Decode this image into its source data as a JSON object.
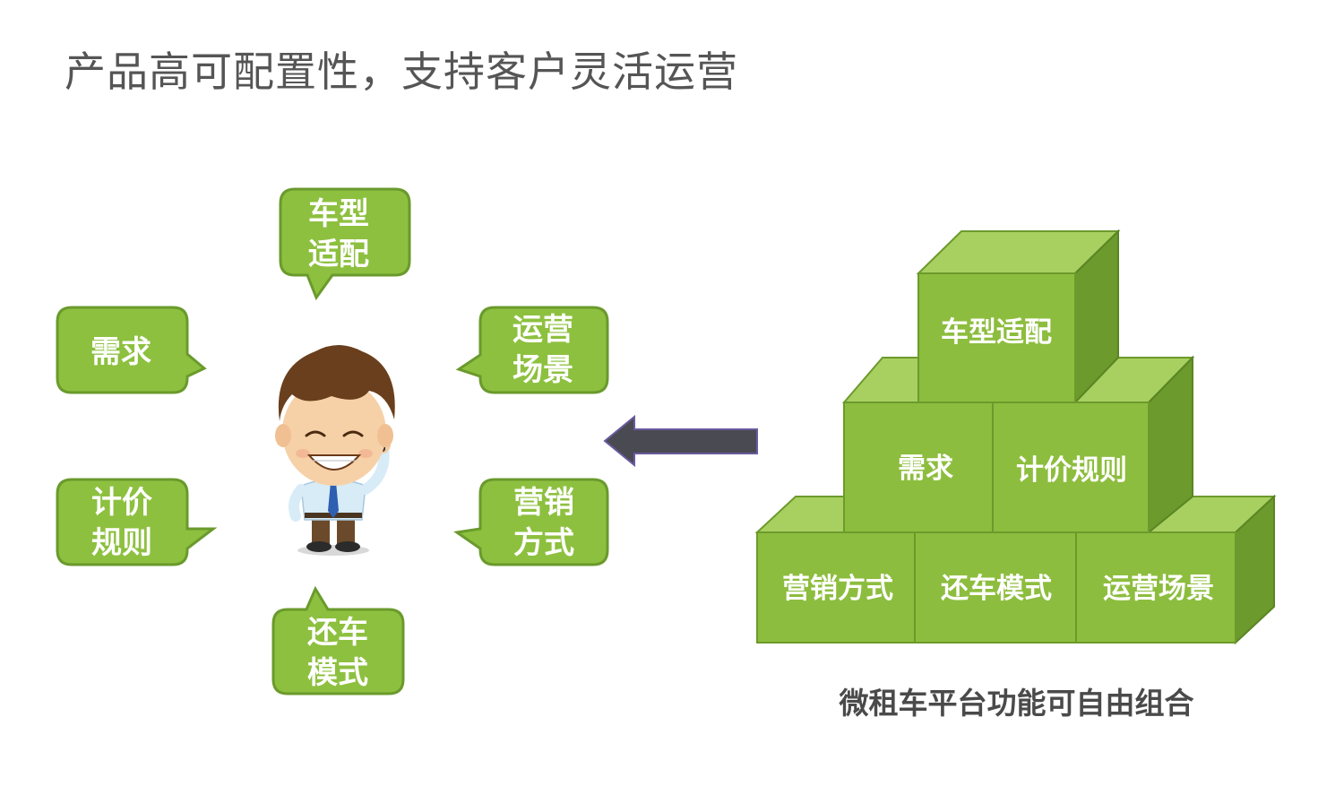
{
  "title": "产品高可配置性，支持客户灵活运营",
  "bubbles": {
    "top": [
      "车型",
      "适配"
    ],
    "left_upper": [
      "需求"
    ],
    "left_lower": [
      "计价",
      "规则"
    ],
    "right_upper": [
      "运营",
      "场景"
    ],
    "right_lower": [
      "营销",
      "方式"
    ],
    "bottom": [
      "还车",
      "模式"
    ]
  },
  "cubes": {
    "top": "车型适配",
    "middle_left": "需求",
    "middle_right": "计价规则",
    "bottom_left": "营销方式",
    "bottom_center": "还车模式",
    "bottom_right": "运营场景"
  },
  "caption": "微租车平台功能可自由组合",
  "colors": {
    "bubble_fill": "#8dc03f",
    "bubble_border": "#6a9a2c",
    "cube_front": "#8dbd3e",
    "cube_top": "#a8d060",
    "cube_side": "#6c9a2c",
    "arrow": "#4a4a52",
    "title": "#555555"
  }
}
